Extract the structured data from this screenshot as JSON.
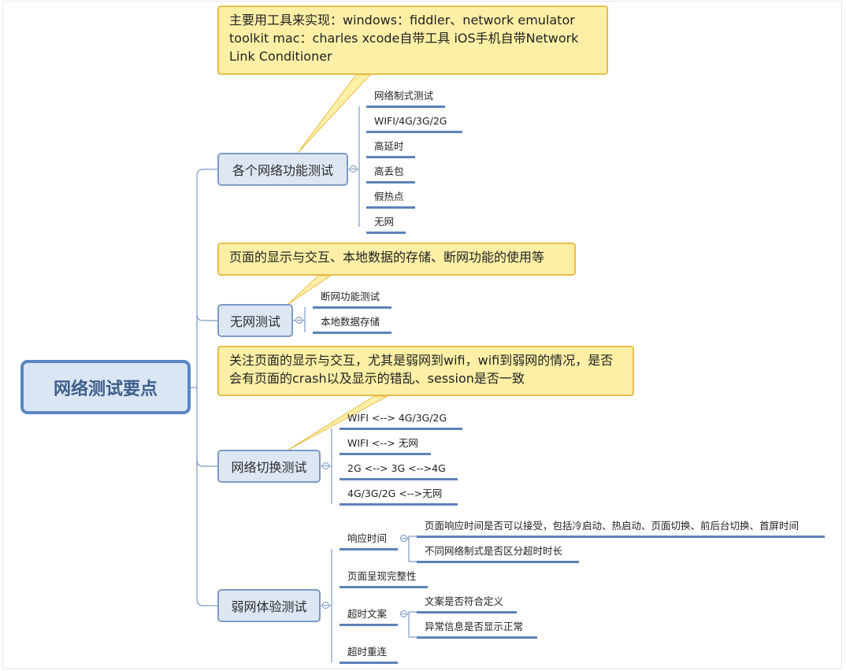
{
  "root": {
    "label": "网络测试要点"
  },
  "branches": [
    {
      "label": "各个网络功能测试",
      "note": "主要用工具来实现：windows：fiddler、network emulator toolkit mac：charles xcode自带工具 iOS手机自带Network Link Conditioner",
      "children": [
        "网络制式测试",
        "WIFI/4G/3G/2G",
        "高延时",
        "高丢包",
        "假热点",
        "无网"
      ]
    },
    {
      "label": "无网测试",
      "note": "页面的显示与交互、本地数据的存储、断网功能的使用等",
      "children": [
        "断网功能测试",
        "本地数据存储"
      ]
    },
    {
      "label": "网络切换测试",
      "note": "关注页面的显示与交互，尤其是弱网到wifi，wifi到弱网的情况，是否会有页面的crash以及显示的错乱、session是否一致",
      "children": [
        "WIFI <--> 4G/3G/2G",
        "WIFI <--> 无网",
        "2G <--> 3G <-->4G",
        "4G/3G/2G <-->无网"
      ]
    },
    {
      "label": "弱网体验测试",
      "children": [
        {
          "label": "响应时间",
          "children": [
            "页面响应时间是否可以接受，包括冷启动、热启动、页面切换、前后台切换、首屏时间",
            "不同网络制式是否区分超时时长"
          ]
        },
        {
          "label": "页面呈现完整性",
          "children": []
        },
        {
          "label": "超时文案",
          "children": [
            "文案是否符合定义",
            "异常信息是否显示正常"
          ]
        },
        {
          "label": "超时重连",
          "children": []
        }
      ]
    }
  ],
  "colors": {
    "connector": "#7d9bc3",
    "underline": "#5c82b8",
    "callout_fill": "#fdf0a6",
    "callout_border": "#e8bd4a",
    "root_fill": "#dbe6f4",
    "root_border": "#5a87c3"
  }
}
